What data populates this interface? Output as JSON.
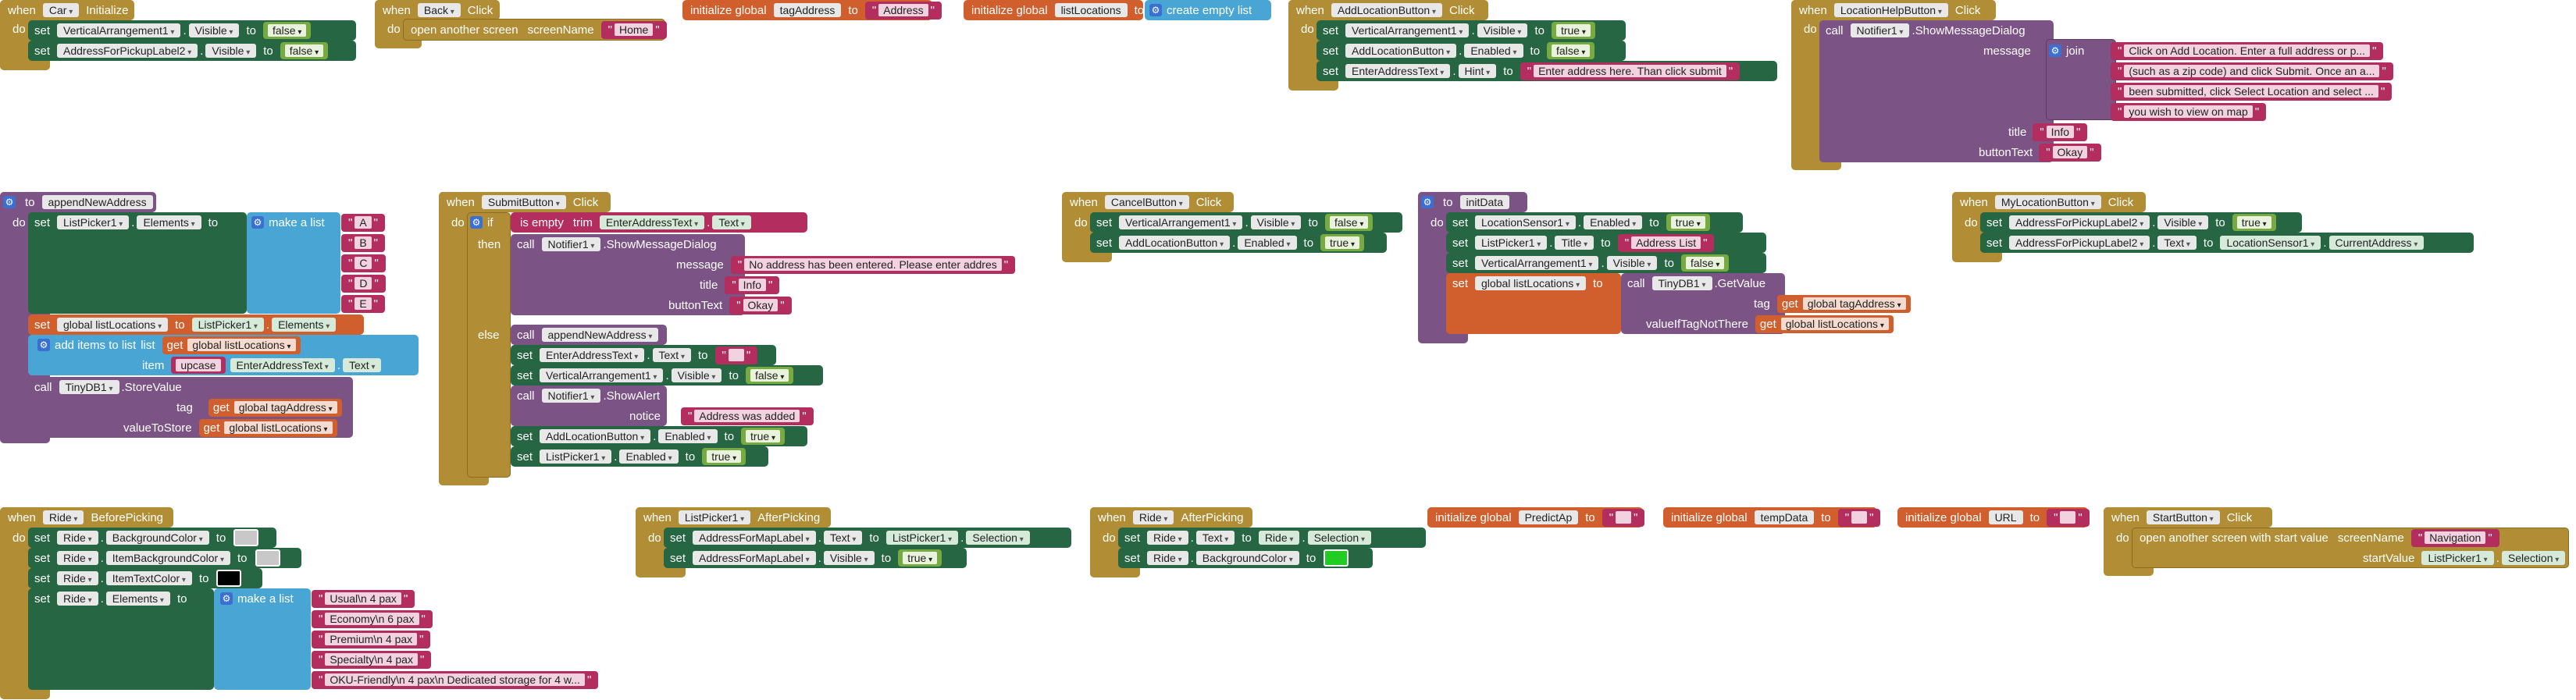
{
  "blocks": {
    "car_init": {
      "when": "when",
      "component": "Car",
      "event": "Initialize",
      "do": "do",
      "rows": [
        {
          "set": "set",
          "comp": "VerticalArrangement1",
          "prop": "Visible",
          "to": "to",
          "val": "false"
        },
        {
          "set": "set",
          "comp": "AddressForPickupLabel2",
          "prop": "Visible",
          "to": "to",
          "val": "false"
        }
      ]
    },
    "back_click": {
      "when": "when",
      "component": "Back",
      "event": "Click",
      "do": "do",
      "action": "open another screen",
      "param": "screenName",
      "value": "Home"
    },
    "init_tagAddress": {
      "label": "initialize global",
      "name": "tagAddress",
      "to": "to",
      "value": "Address"
    },
    "init_listLocations": {
      "label": "initialize global",
      "name": "listLocations",
      "to": "to",
      "value": "create empty list"
    },
    "addloc_click": {
      "when": "when",
      "component": "AddLocationButton",
      "event": "Click",
      "do": "do",
      "rows": [
        {
          "set": "set",
          "comp": "VerticalArrangement1",
          "prop": "Visible",
          "to": "to",
          "val": "true"
        },
        {
          "set": "set",
          "comp": "AddLocationButton",
          "prop": "Enabled",
          "to": "to",
          "val": "false"
        },
        {
          "set": "set",
          "comp": "EnterAddressText",
          "prop": "Hint",
          "to": "to",
          "text": "Enter address here. Than click submit"
        }
      ]
    },
    "help_click": {
      "when": "when",
      "component": "LocationHelpButton",
      "event": "Click",
      "do": "do",
      "call": "call",
      "notifier": "Notifier1",
      "method": ".ShowMessageDialog",
      "message": "message",
      "join": "join",
      "lines": [
        "Click on Add Location. Enter a full address or p...",
        "(such as a zip code) and click Submit. Once an a...",
        "been submitted, click Select Location and select ...",
        "you wish to view on map"
      ],
      "title_label": "title",
      "title_val": "Info",
      "button_label": "buttonText",
      "button_val": "Okay"
    },
    "append": {
      "to": "to",
      "name": "appendNewAddress",
      "do": "do",
      "set": "set",
      "comp": "ListPicker1",
      "prop": "Elements",
      "tolbl": "to",
      "makelist": "make a list",
      "items": [
        "A",
        "B",
        "C",
        "D",
        "E"
      ],
      "setglobal": "set",
      "gname": "global listLocations",
      "gto": "to",
      "gcomp": "ListPicker1",
      "gprop": "Elements",
      "additems": "add items to list",
      "list": "list",
      "get": "get",
      "getname": "global listLocations",
      "item": "item",
      "upcase": "upcase",
      "itemcomp": "EnterAddressText",
      "itemprop": "Text",
      "call": "call",
      "db": "TinyDB1",
      "method": ".StoreValue",
      "tag": "tag",
      "tagget": "global tagAddress",
      "vts": "valueToStore",
      "vtsget": "global listLocations"
    },
    "submit": {
      "when": "when",
      "component": "SubmitButton",
      "event": "Click",
      "do": "do",
      "if": "if",
      "isempty": "is empty",
      "trim": "trim",
      "comp": "EnterAddressText",
      "prop": "Text",
      "then": "then",
      "call": "call",
      "notifier": "Notifier1",
      "method": ".ShowMessageDialog",
      "message": "message",
      "message_val": "No address has been entered. Please enter addres",
      "title": "title",
      "title_val": "Info",
      "buttonText": "buttonText",
      "button_val": "Okay",
      "else": "else",
      "elseRows": {
        "callAppend": "appendNewAddress",
        "set1comp": "EnterAddressText",
        "set1prop": "Text",
        "set1val": "",
        "set2comp": "VerticalArrangement1",
        "set2prop": "Visible",
        "set2val": "false",
        "alertNotifier": "Notifier1",
        "alertMethod": ".ShowAlert",
        "notice": "notice",
        "notice_val": "Address was added",
        "set3comp": "AddLocationButton",
        "set3prop": "Enabled",
        "set3val": "true",
        "set4comp": "ListPicker1",
        "set4prop": "Enabled",
        "set4val": "true"
      }
    },
    "cancel": {
      "when": "when",
      "component": "CancelButton",
      "event": "Click",
      "do": "do",
      "rows": [
        {
          "set": "set",
          "comp": "VerticalArrangement1",
          "prop": "Visible",
          "to": "to",
          "val": "false"
        },
        {
          "set": "set",
          "comp": "AddLocationButton",
          "prop": "Enabled",
          "to": "to",
          "val": "true"
        }
      ]
    },
    "initdata": {
      "to": "to",
      "name": "initData",
      "do": "do",
      "rows": [
        {
          "set": "set",
          "comp": "LocationSensor1",
          "prop": "Enabled",
          "to": "to",
          "val": "true"
        },
        {
          "set": "set",
          "comp": "ListPicker1",
          "prop": "Title",
          "to": "to",
          "text": "Address List"
        },
        {
          "set": "set",
          "comp": "VerticalArrangement1",
          "prop": "Visible",
          "to": "to",
          "val": "false"
        }
      ],
      "setglobal": "set",
      "gname": "global listLocations",
      "gto": "to",
      "call": "call",
      "db": "TinyDB1",
      "method": ".GetValue",
      "tag": "tag",
      "tagget": "global tagAddress",
      "vitnt": "valueIfTagNotThere",
      "vitntget": "global listLocations"
    },
    "myloc": {
      "when": "when",
      "component": "MyLocationButton",
      "event": "Click",
      "do": "do",
      "rows": [
        {
          "set": "set",
          "comp": "AddressForPickupLabel2",
          "prop": "Visible",
          "to": "to",
          "val": "true"
        }
      ],
      "row2": {
        "set": "set",
        "comp": "AddressForPickupLabel2",
        "prop": "Text",
        "to": "to",
        "srccomp": "LocationSensor1",
        "srcprop": "CurrentAddress"
      }
    },
    "ride_before": {
      "when": "when",
      "component": "Ride",
      "event": "BeforePicking",
      "do": "do",
      "rows": [
        {
          "set": "set",
          "comp": "Ride",
          "prop": "BackgroundColor",
          "to": "to",
          "color": "#c8c8c8"
        },
        {
          "set": "set",
          "comp": "Ride",
          "prop": "ItemBackgroundColor",
          "to": "to",
          "color": "#c8c8c8"
        },
        {
          "set": "set",
          "comp": "Ride",
          "prop": "ItemTextColor",
          "to": "to",
          "color": "#000000"
        }
      ],
      "elset": "set",
      "elcomp": "Ride",
      "elprop": "Elements",
      "elto": "to",
      "makelist": "make a list",
      "items": [
        "Usual\\n 4 pax",
        "Economy\\n 6 pax",
        "Premium\\n 4 pax",
        "Specialty\\n 4 pax",
        "OKU-Friendly\\n 4 pax\\n Dedicated storage for 4 w..."
      ]
    },
    "lp_after": {
      "when": "when",
      "component": "ListPicker1",
      "event": "AfterPicking",
      "do": "do",
      "row1": {
        "set": "set",
        "comp": "AddressForMapLabel",
        "prop": "Text",
        "to": "to",
        "srccomp": "ListPicker1",
        "srcprop": "Selection"
      },
      "row2": {
        "set": "set",
        "comp": "AddressForMapLabel",
        "prop": "Visible",
        "to": "to",
        "val": "true"
      }
    },
    "ride_after": {
      "when": "when",
      "component": "Ride",
      "event": "AfterPicking",
      "do": "do",
      "row1": {
        "set": "set",
        "comp": "Ride",
        "prop": "Text",
        "to": "to",
        "srccomp": "Ride",
        "srcprop": "Selection"
      },
      "row2": {
        "set": "set",
        "comp": "Ride",
        "prop": "BackgroundColor",
        "to": "to",
        "color": "#22cc22"
      }
    },
    "init_predict": {
      "label": "initialize global",
      "name": "PredictAp",
      "to": "to",
      "value": ""
    },
    "init_temp": {
      "label": "initialize global",
      "name": "tempData",
      "to": "to",
      "value": ""
    },
    "init_url": {
      "label": "initialize global",
      "name": "URL",
      "to": "to",
      "value": ""
    },
    "start_click": {
      "when": "when",
      "component": "StartButton",
      "event": "Click",
      "do": "do",
      "action": "open another screen with start value",
      "p1": "screenName",
      "v1": "Navigation",
      "p2": "startValue",
      "srccomp": "ListPicker1",
      "srcprop": "Selection"
    }
  }
}
